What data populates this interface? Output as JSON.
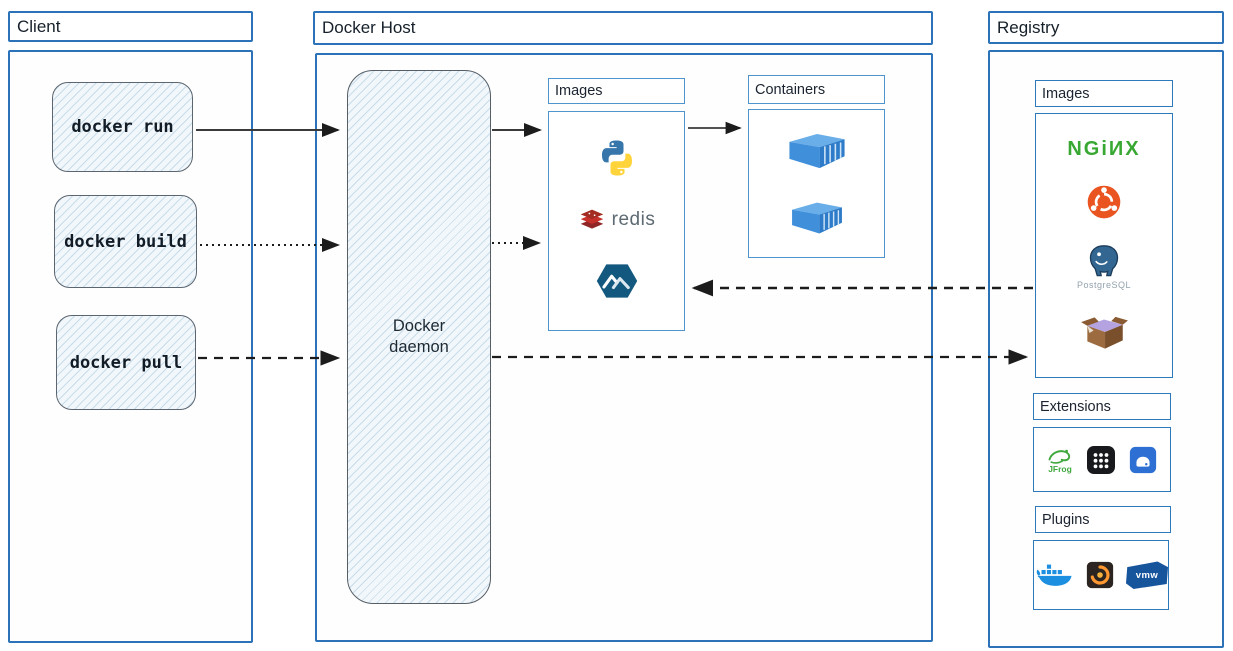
{
  "client": {
    "title": "Client",
    "commands": [
      {
        "label": "docker run"
      },
      {
        "label": "docker build"
      },
      {
        "label": "docker pull"
      }
    ]
  },
  "docker_host": {
    "title": "Docker Host",
    "daemon_label": "Docker daemon",
    "images": {
      "title": "Images",
      "redis_label": "redis"
    },
    "containers": {
      "title": "Containers"
    }
  },
  "registry": {
    "title": "Registry",
    "images": {
      "title": "Images",
      "nginx_label": "NGiИX",
      "postgresql_label": "PostgreSQL"
    },
    "extensions": {
      "title": "Extensions",
      "jfrog_label": "JFrog"
    },
    "plugins": {
      "title": "Plugins",
      "vmware_label": "vmw"
    }
  },
  "colors": {
    "section_border_blue": "#2b72b8",
    "group_border_blue": "#4f94cd",
    "hatch_fill": "#f1f7fb",
    "nginx_green": "#38a832",
    "ubuntu_orange": "#e95420",
    "redis_red": "#c6302b",
    "alpine_teal": "#13587e",
    "container_blue": "#3f8fdb",
    "docker_blue": "#1d8fe1",
    "arrow_black": "#1c1c1c"
  }
}
